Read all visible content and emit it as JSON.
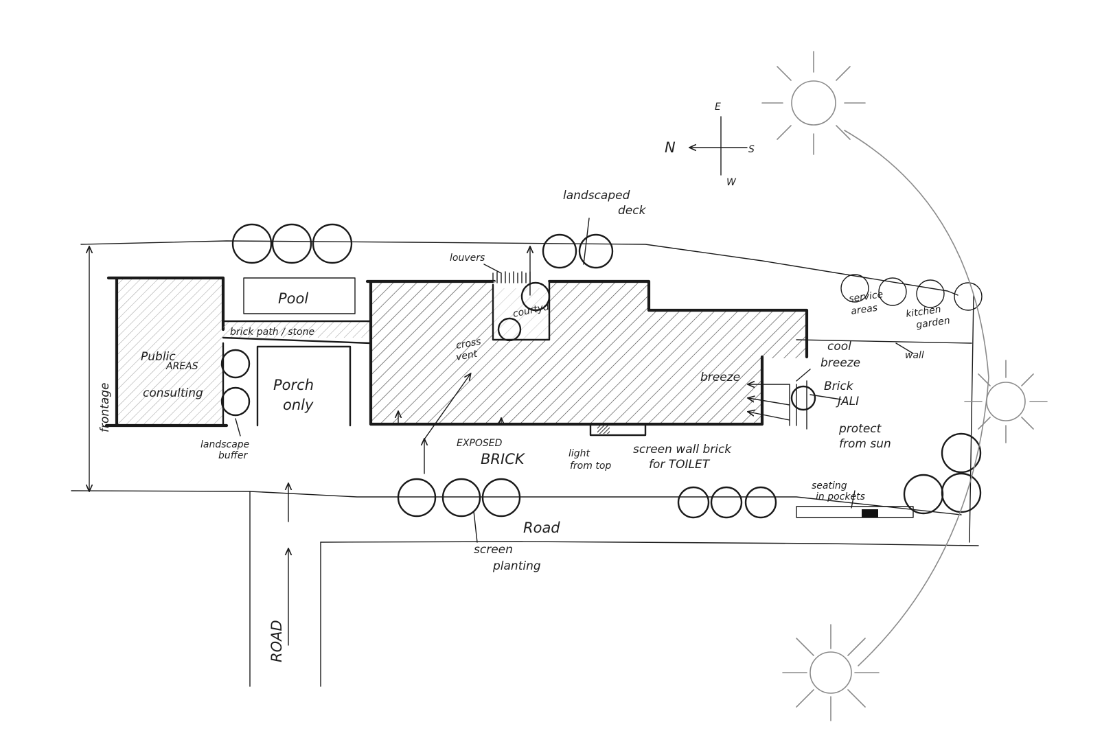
{
  "labels": {
    "landscaped_deck_1": "landscaped",
    "landscaped_deck_2": "deck",
    "louvers": "louvers",
    "courtyard": "courtyd",
    "pool": "Pool",
    "brick_path": "brick path / stone",
    "public_areas_1": "Public",
    "public_areas_2": "AREAS",
    "consulting": "consulting",
    "porch_1": "Porch",
    "porch_2": "only",
    "cross_vent_1": "cross",
    "cross_vent_2": "vent",
    "service_areas_1": "service",
    "service_areas_2": "areas",
    "kitchen_garden_1": "kitchen",
    "kitchen_garden_2": "garden",
    "cool_breeze_1": "cool",
    "cool_breeze_2": "breeze",
    "wall": "wall",
    "breeze": "breeze",
    "brick_jali_1": "Brick",
    "brick_jali_2": "JALI",
    "protect_1": "protect",
    "protect_2": "from sun",
    "landscape_buffer_1": "landscape",
    "landscape_buffer_2": "buffer",
    "exposed_brick_1": "EXPOSED",
    "exposed_brick_2": "BRICK",
    "light_from_top_1": "light",
    "light_from_top_2": "from top",
    "screen_wall_1": "screen wall brick",
    "screen_wall_2": "for TOILET",
    "seating_1": "seating",
    "seating_2": "in pockets",
    "road": "Road",
    "road_vertical": "ROAD",
    "screen_planting_1": "screen",
    "screen_planting_2": "planting",
    "frontage": "frontage",
    "compass_n": "N",
    "compass_e": "E",
    "compass_s": "S",
    "compass_w": "W"
  },
  "colors": {
    "ink": "#1a1a1a",
    "pencil": "#8a8a8a",
    "paper": "#ffffff"
  }
}
